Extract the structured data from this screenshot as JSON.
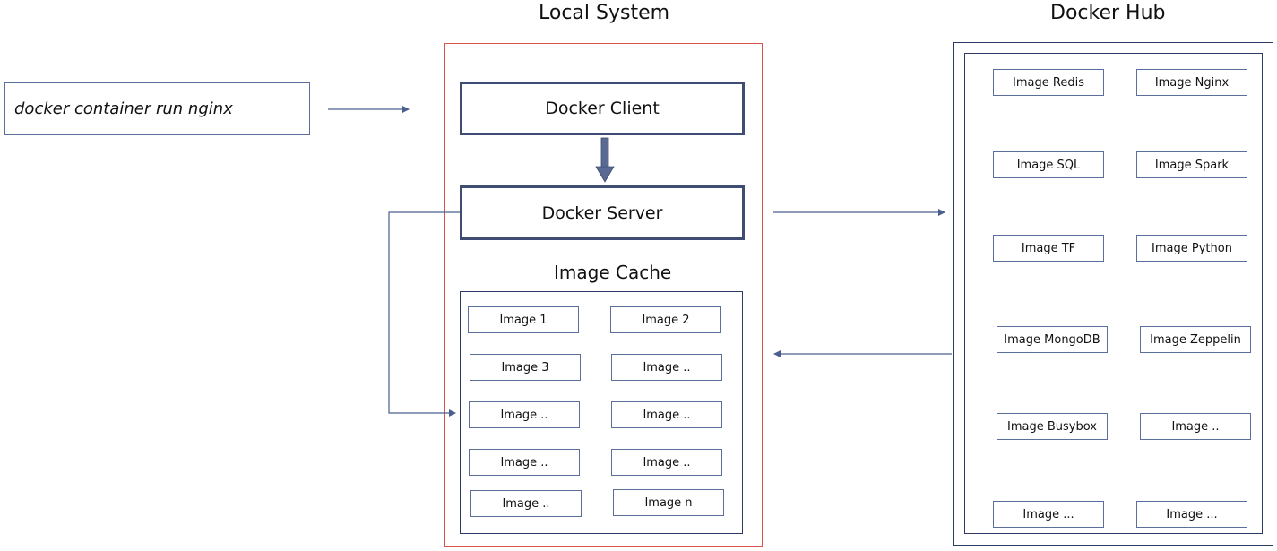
{
  "command": "docker container run nginx",
  "local_system": {
    "title": "Local System",
    "client": "Docker Client",
    "server": "Docker Server",
    "cache": {
      "title": "Image Cache",
      "images": [
        "Image 1",
        "Image 2",
        "Image 3",
        "Image ..",
        "Image ..",
        "Image ..",
        "Image ..",
        "Image ..",
        "Image ..",
        "Image n"
      ]
    }
  },
  "docker_hub": {
    "title": "Docker Hub",
    "images": [
      "Image Redis",
      "Image Nginx",
      "Image SQL",
      "Image Spark",
      "Image TF",
      "Image Python",
      "Image MongoDB",
      "Image Zeppelin",
      "Image Busybox",
      "Image ..",
      "Image ...",
      "Image ..."
    ]
  },
  "colors": {
    "local_border": "#d9534f",
    "hub_border": "#2d3a66",
    "box_border": "#5b6f9a",
    "arrow": "#4a5f8f"
  }
}
